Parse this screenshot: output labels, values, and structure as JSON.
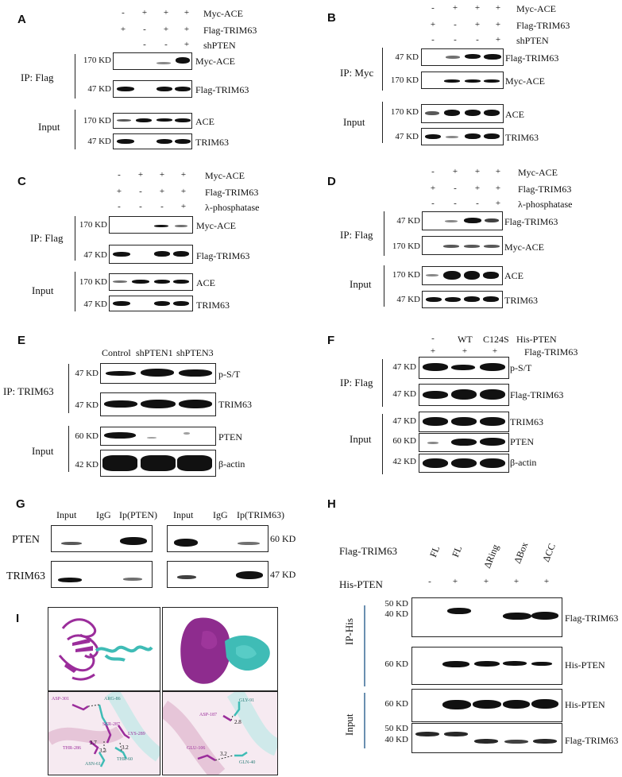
{
  "panels": {
    "A": {
      "letter": "A",
      "rows": [
        "Myc-ACE",
        "Flag-TRIM63",
        "shPTEN"
      ],
      "signs": [
        [
          "-",
          "+",
          "+",
          "+"
        ],
        [
          "+",
          "-",
          "+",
          "+"
        ],
        [
          "",
          "-",
          "-",
          "+"
        ]
      ],
      "groups": [
        "IP: Flag",
        "Input"
      ],
      "blots": [
        {
          "kd": "170 KD",
          "label": "Myc-ACE"
        },
        {
          "kd": "47 KD",
          "label": "Flag-TRIM63"
        },
        {
          "kd": "170 KD",
          "label": "ACE"
        },
        {
          "kd": "47 KD",
          "label": "TRIM63"
        }
      ]
    },
    "B": {
      "letter": "B",
      "rows": [
        "Myc-ACE",
        "Flag-TRIM63",
        "shPTEN"
      ],
      "signs": [
        [
          "-",
          "+",
          "+",
          "+"
        ],
        [
          "+",
          "-",
          "+",
          "+"
        ],
        [
          "-",
          "-",
          "-",
          "+"
        ]
      ],
      "groups": [
        "IP: Myc",
        "Input"
      ],
      "blots": [
        {
          "kd": "47 KD",
          "label": "Flag-TRIM63"
        },
        {
          "kd": "170 KD",
          "label": "Myc-ACE"
        },
        {
          "kd": "170 KD",
          "label": "ACE"
        },
        {
          "kd": "47 KD",
          "label": "TRIM63"
        }
      ]
    },
    "C": {
      "letter": "C",
      "rows": [
        "Myc-ACE",
        "Flag-TRIM63",
        "λ-phosphatase"
      ],
      "signs": [
        [
          "-",
          "+",
          "+",
          "+"
        ],
        [
          "+",
          "-",
          "+",
          "+"
        ],
        [
          "-",
          "-",
          "-",
          "+"
        ]
      ],
      "groups": [
        "IP: Flag",
        "Input"
      ],
      "blots": [
        {
          "kd": "170 KD",
          "label": "Myc-ACE"
        },
        {
          "kd": "47 KD",
          "label": "Flag-TRIM63"
        },
        {
          "kd": "170 KD",
          "label": "ACE"
        },
        {
          "kd": "47 KD",
          "label": "TRIM63"
        }
      ]
    },
    "D": {
      "letter": "D",
      "rows": [
        "Myc-ACE",
        "Flag-TRIM63",
        "λ-phosphatase"
      ],
      "signs": [
        [
          "-",
          "+",
          "+",
          "+"
        ],
        [
          "+",
          "-",
          "+",
          "+"
        ],
        [
          "-",
          "-",
          "-",
          "+"
        ]
      ],
      "groups": [
        "IP: Flag",
        "Input"
      ],
      "blots": [
        {
          "kd": "47 KD",
          "label": "Flag-TRIM63"
        },
        {
          "kd": "170 KD",
          "label": "Myc-ACE"
        },
        {
          "kd": "170 KD",
          "label": "ACE"
        },
        {
          "kd": "47 KD",
          "label": "TRIM63"
        }
      ]
    },
    "E": {
      "letter": "E",
      "lanes": [
        "Control",
        "shPTEN1",
        "shPTEN3"
      ],
      "groups": [
        "IP: TRIM63",
        "Input"
      ],
      "blots": [
        {
          "kd": "47 KD",
          "label": "p-S/T"
        },
        {
          "kd": "47 KD",
          "label": "TRIM63"
        },
        {
          "kd": "60 KD",
          "label": "PTEN"
        },
        {
          "kd": "42 KD",
          "label": "β-actin"
        }
      ]
    },
    "F": {
      "letter": "F",
      "rows": [
        "His-PTEN",
        "Flag-TRIM63"
      ],
      "row1_signs": [
        "-",
        "WT",
        "C124S"
      ],
      "row2_signs": [
        "+",
        "+",
        "+"
      ],
      "groups": [
        "IP: Flag",
        "Input"
      ],
      "blots": [
        {
          "kd": "47 KD",
          "label": "p-S/T"
        },
        {
          "kd": "47 KD",
          "label": "Flag-TRIM63"
        },
        {
          "kd": "47 KD",
          "label": "TRIM63"
        },
        {
          "kd": "60 KD",
          "label": "PTEN"
        },
        {
          "kd": "42 KD",
          "label": "β-actin"
        }
      ]
    },
    "G": {
      "letter": "G",
      "left_lanes": [
        "Input",
        "IgG",
        "Ip(PTEN)"
      ],
      "right_lanes": [
        "Input",
        "IgG",
        "Ip(TRIM63)"
      ],
      "rows": [
        "PTEN",
        "TRIM63"
      ],
      "kds": [
        "60 KD",
        "47 KD"
      ]
    },
    "H": {
      "letter": "H",
      "row1_label": "Flag-TRIM63",
      "lanes": [
        "FL",
        "FL",
        "ΔRing",
        "ΔBox",
        "ΔCC"
      ],
      "row2_label": "His-PTEN",
      "row2_signs": [
        "-",
        "+",
        "+",
        "+",
        "+"
      ],
      "groups": [
        "IP-His",
        "Input"
      ],
      "blots": [
        {
          "kd_top": "50 KD",
          "kd": "40 KD",
          "label": "Flag-TRIM63"
        },
        {
          "kd": "60 KD",
          "label": "His-PTEN"
        },
        {
          "kd": "60 KD",
          "label": "His-PTEN"
        },
        {
          "kd_top": "50 KD",
          "kd": "40 KD",
          "label": "Flag-TRIM63"
        }
      ]
    },
    "I": {
      "letter": "I",
      "residues_left": [
        "ASP-301",
        "ARG-86",
        "SER-287",
        "LYS-289",
        "THR-286",
        "ASN-61",
        "THR-60"
      ],
      "distances_left": [
        "2.7",
        "3.3",
        "3.2"
      ],
      "residues_right": [
        "GLY-91",
        "ASP-187",
        "GLU-106",
        "GLN-40"
      ],
      "distances_right": [
        "2.8",
        "3.2"
      ]
    }
  },
  "colors": {
    "magenta": "#9b2d9b",
    "cyan": "#3fbcb6",
    "blot": "#111111",
    "bar": "#6a8fb0"
  }
}
